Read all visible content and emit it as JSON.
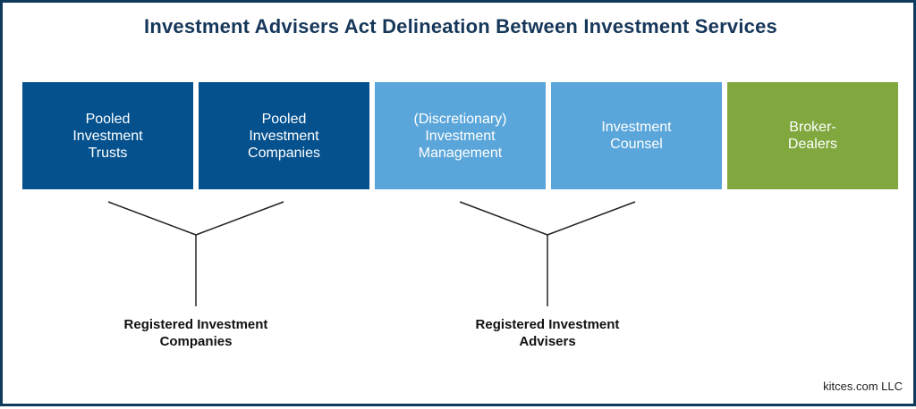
{
  "title": "Investment Advisers Act Delineation Between Investment Services",
  "boxes": [
    {
      "label": "Pooled\nInvestment\nTrusts",
      "color": "#04518e"
    },
    {
      "label": "Pooled\nInvestment\nCompanies",
      "color": "#04518e"
    },
    {
      "label": "(Discretionary)\nInvestment\nManagement",
      "color": "#5aa6da"
    },
    {
      "label": "Investment\nCounsel",
      "color": "#5aa6da"
    },
    {
      "label": "Broker-\nDealers",
      "color": "#80a83f"
    }
  ],
  "groups": [
    {
      "label": "Registered Investment\nCompanies"
    },
    {
      "label": "Registered Investment\nAdvisers"
    }
  ],
  "credit": "kitces.com LLC"
}
